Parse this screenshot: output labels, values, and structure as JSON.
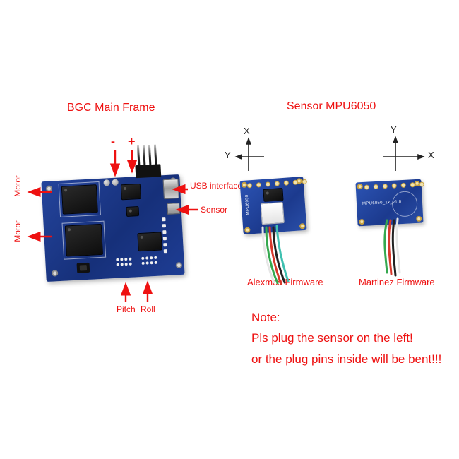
{
  "titles": {
    "main_frame": "BGC Main Frame",
    "sensor": "Sensor MPU6050"
  },
  "main_board": {
    "labels": {
      "minus": "-",
      "plus": "+",
      "usb": "USB interface",
      "sensor": "Sensor",
      "motor_top": "Motor",
      "motor_bottom": "Motor",
      "pitch": "Pitch",
      "roll": "Roll"
    }
  },
  "sensors": {
    "alexmos": {
      "firmware": "Alexmos Firmware",
      "axis_up": "X",
      "axis_side": "Y",
      "silkscreen": "MPU6050"
    },
    "martinez": {
      "firmware": "Martinez Firmware",
      "axis_up": "Y",
      "axis_side": "X",
      "silkscreen": "MPU6050_1x_v1.0"
    }
  },
  "note": {
    "heading": "Note:",
    "line1": "Pls plug the sensor on the left!",
    "line2": "or the plug pins inside will be bent!!!"
  },
  "colors": {
    "annotation_red": "#ee1111",
    "axis_black": "#222222",
    "pcb_blue": "#1e3d94",
    "pcb_blue_light": "#2a52b0"
  }
}
